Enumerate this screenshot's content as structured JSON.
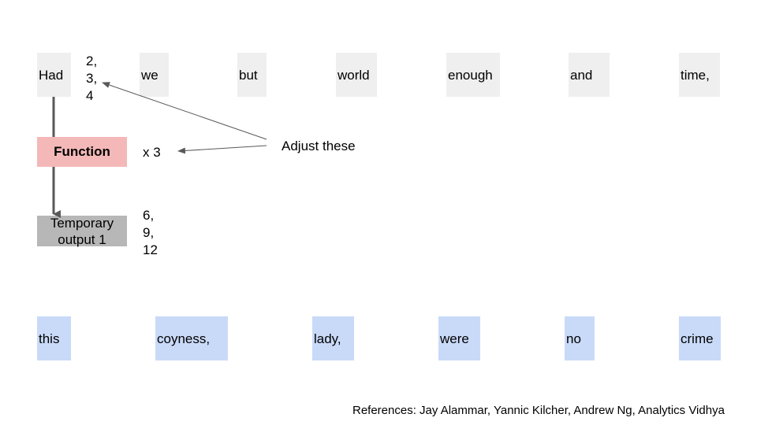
{
  "top_tokens": [
    "Had",
    "we",
    "but",
    "world",
    "enough",
    "and",
    "time,"
  ],
  "bottom_tokens": [
    "this",
    "coyness,",
    "lady,",
    "were",
    "no",
    "crime"
  ],
  "input_values": [
    "2,",
    "3,",
    "4"
  ],
  "function_label": "Function",
  "multiplier": "x 3",
  "temp_output": {
    "line1": "Temporary",
    "line2": "output 1"
  },
  "output_values": [
    "6,",
    "9,",
    "12"
  ],
  "annotation": "Adjust these",
  "references": "References: Jay Alammar, Yannic Kilcher, Andrew Ng, Analytics Vidhya",
  "colors": {
    "top_token": "#efefef",
    "bottom_token": "#c9daf8",
    "function": "#f4b8b8",
    "temp_output": "#b7b7b7",
    "arrow": "#595959"
  }
}
